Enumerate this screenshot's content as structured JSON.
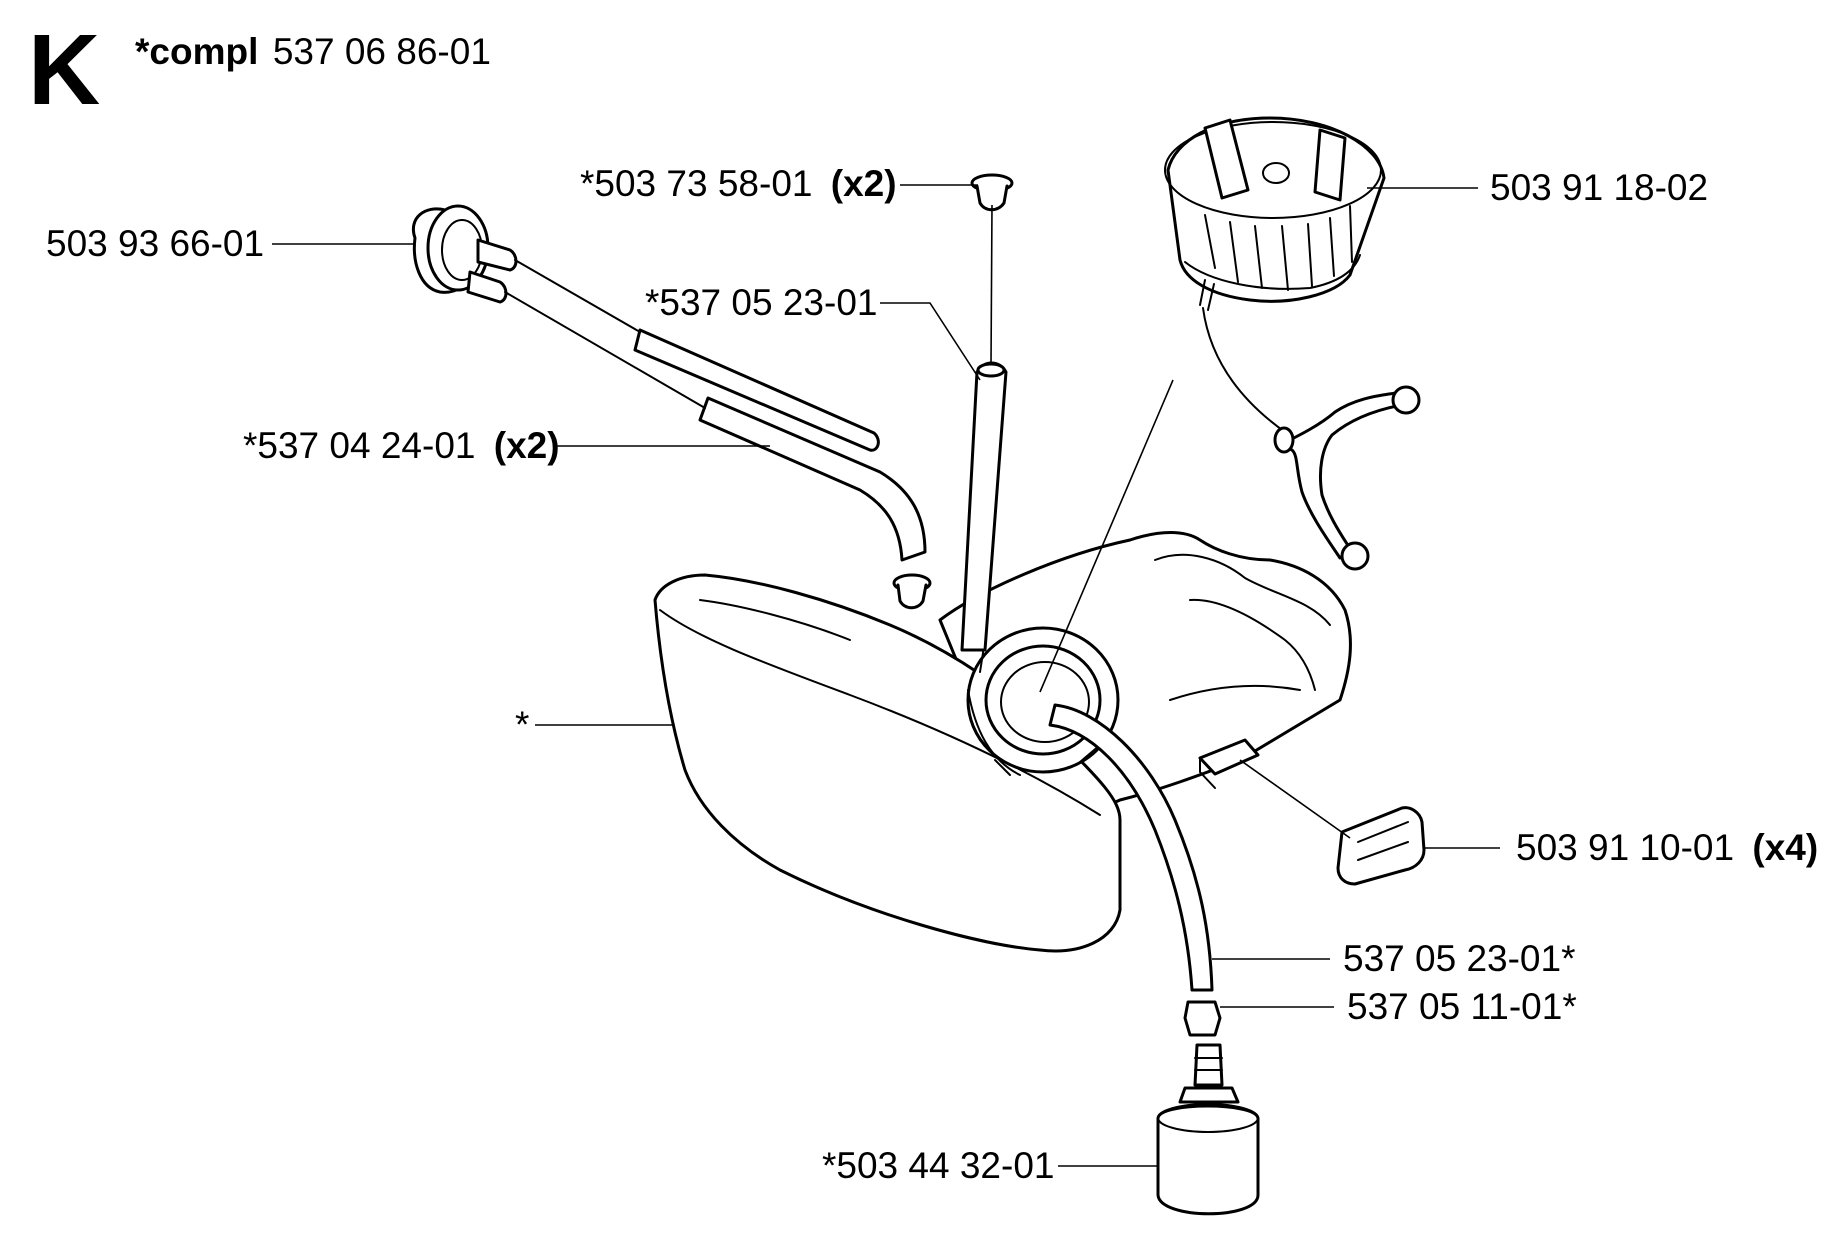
{
  "header": {
    "section_letter": "K",
    "compl_label": "*compl",
    "compl_number": "537 06 86-01"
  },
  "parts": [
    {
      "id": "cap",
      "number": "503 91 18-02",
      "qty": ""
    },
    {
      "id": "grommet-top",
      "number": "*503 73 58-01",
      "qty": "(x2)"
    },
    {
      "id": "primer",
      "number": "503 93 66-01",
      "qty": ""
    },
    {
      "id": "hose-upper",
      "number": "*537 05 23-01",
      "qty": ""
    },
    {
      "id": "hoses-pair",
      "number": "*537 04 24-01",
      "qty": "(x2)"
    },
    {
      "id": "tank",
      "number": "*",
      "qty": ""
    },
    {
      "id": "rubber-pad",
      "number": "503 91 10-01",
      "qty": "(x4)"
    },
    {
      "id": "hose-lower",
      "number": "537 05 23-01*",
      "qty": ""
    },
    {
      "id": "connector",
      "number": "537 05 11-01*",
      "qty": ""
    },
    {
      "id": "filter",
      "number": "*503 44 32-01",
      "qty": ""
    }
  ]
}
